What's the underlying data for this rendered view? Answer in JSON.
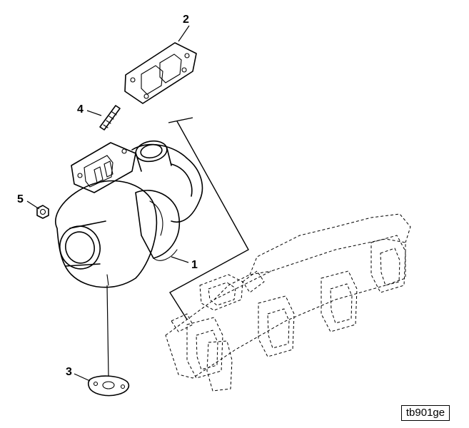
{
  "callouts": [
    {
      "id": "callout-1",
      "label": "1"
    },
    {
      "id": "callout-2",
      "label": "2"
    },
    {
      "id": "callout-3",
      "label": "3"
    },
    {
      "id": "callout-4",
      "label": "4"
    },
    {
      "id": "callout-5",
      "label": "5"
    }
  ],
  "figure_id": "tb901ge",
  "colors": {
    "ink": "#000000",
    "background": "#ffffff"
  }
}
